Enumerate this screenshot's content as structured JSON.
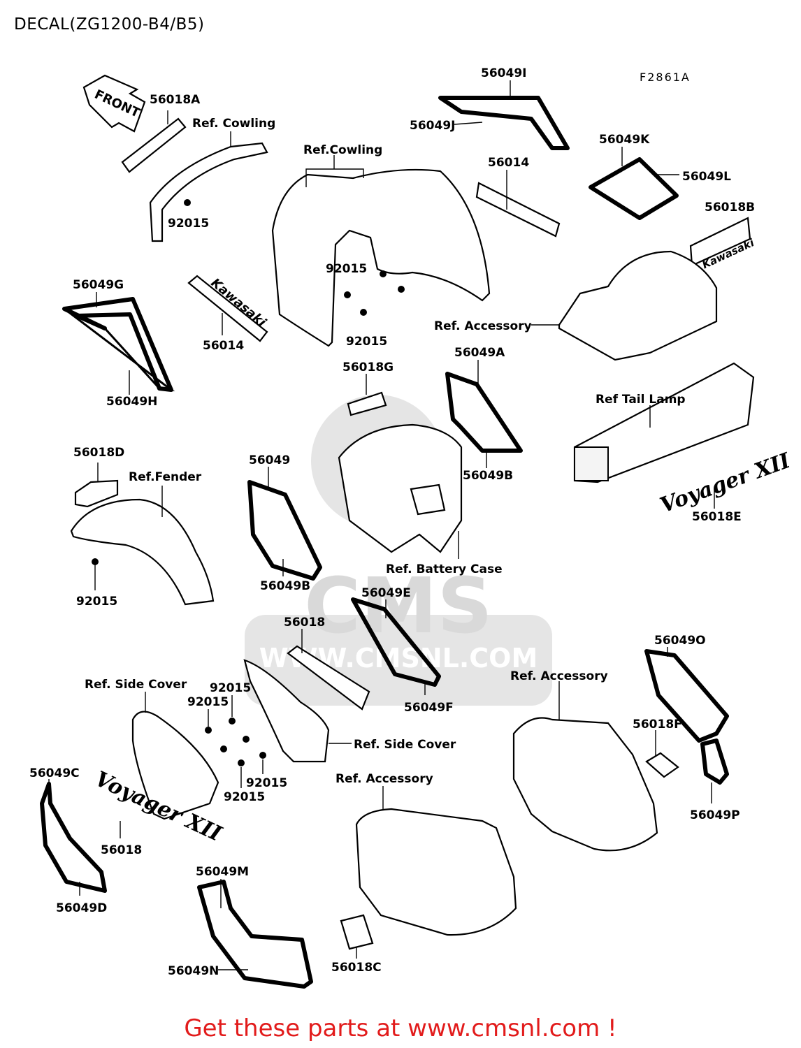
{
  "title": "DECAL(ZG1200-B4/B5)",
  "figure_code": "F2861A",
  "footer": "Get these parts at www.cmsnl.com !",
  "watermark": {
    "brand": "CMS",
    "url": "WWW.CMSNL.COM"
  },
  "decal_texts": {
    "front_arrow": "FRONT",
    "kawasaki": "Kawasaki",
    "voyager": "Voyager XII"
  },
  "labels": {
    "p56018A": "56018A",
    "refCowling1": "Ref. Cowling",
    "refCowling2": "Ref.Cowling",
    "p92015_a": "92015",
    "p56049I": "56049I",
    "p56049J": "56049J",
    "p56014_a": "56014",
    "p56049K": "56049K",
    "p56049L": "56049L",
    "p56018B": "56018B",
    "p56049G": "56049G",
    "p56014_b": "56014",
    "p56049H": "56049H",
    "p92015_b": "92015",
    "p92015_c": "92015",
    "refAccessory1": "Ref. Accessory",
    "p56018G": "56018G",
    "p56049A": "56049A",
    "p56049B_a": "56049B",
    "refTailLamp": "Ref  Tail Lamp",
    "p56018E": "56018E",
    "p56018D": "56018D",
    "refFender": "Ref.Fender",
    "p56049": "56049",
    "p92015_d": "92015",
    "p56049B_b": "56049B",
    "refBatteryCase": "Ref. Battery Case",
    "p56049E": "56049E",
    "p56018_a": "56018",
    "p56049F": "56049F",
    "p56049O": "56049O",
    "refAccessory2": "Ref. Accessory",
    "p56018F": "56018F",
    "p56049P": "56049P",
    "refSideCover1": "Ref. Side Cover",
    "p92015_e": "92015",
    "p92015_f": "92015",
    "refSideCover2": "Ref. Side Cover",
    "p92015_g": "92015",
    "p92015_h": "92015",
    "refAccessory3": "Ref. Accessory",
    "p56049C": "56049C",
    "p56018_b": "56018",
    "p56049D": "56049D",
    "p56049M": "56049M",
    "p56049N": "56049N",
    "p56018C": "56018C"
  }
}
